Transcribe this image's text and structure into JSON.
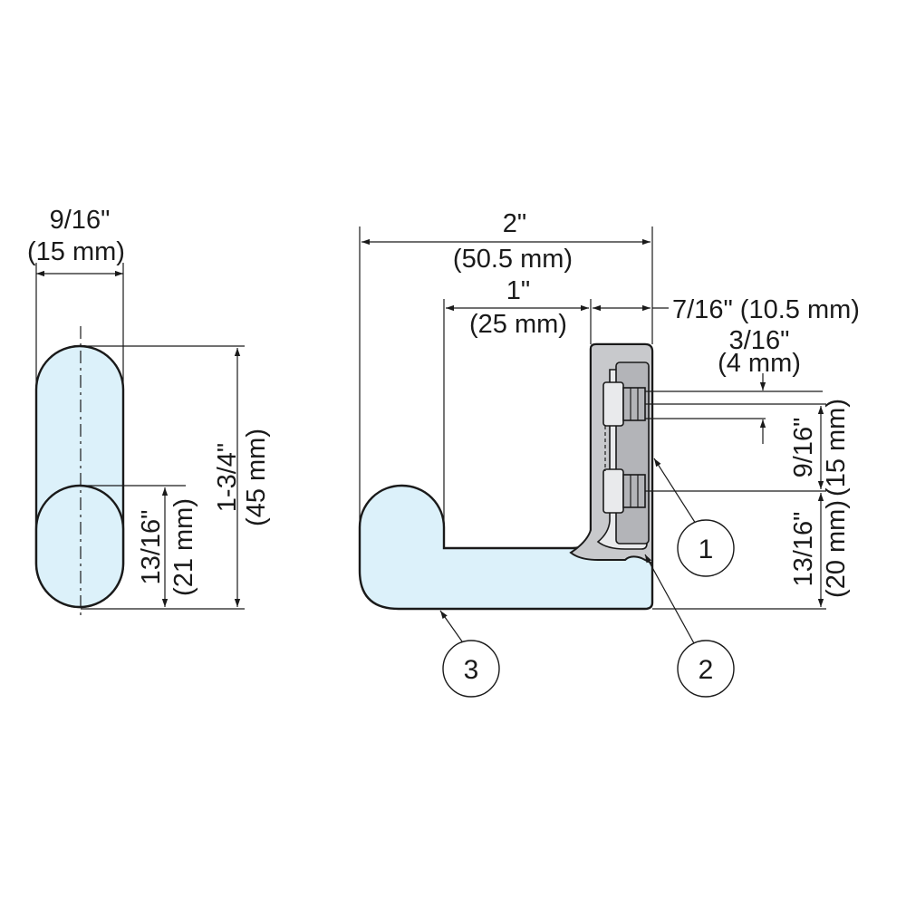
{
  "front_view": {
    "width_in": "9/16\"",
    "width_mm": "(15 mm)",
    "height_in": "1-3/4\"",
    "height_mm": "(45 mm)",
    "lower_in": "13/16\"",
    "lower_mm": "(21 mm)"
  },
  "side_view": {
    "overall_in": "2\"",
    "overall_mm": "(50.5 mm)",
    "inner_in": "1\"",
    "inner_mm": "(25 mm)",
    "plate": "7/16\" (10.5 mm)",
    "hole_dia_in": "3/16\"",
    "hole_dia_mm": "(4 mm)",
    "hole_spacing_in": "9/16\"",
    "hole_spacing_mm": "(15 mm)",
    "bottom_in": "13/16\"",
    "bottom_mm": "(20 mm)"
  },
  "callouts": [
    "1",
    "2",
    "3"
  ],
  "colors": {
    "part_fill": "#dcf1fa",
    "mount_fill": "#c8c9cc",
    "line": "#1a1a1a"
  }
}
